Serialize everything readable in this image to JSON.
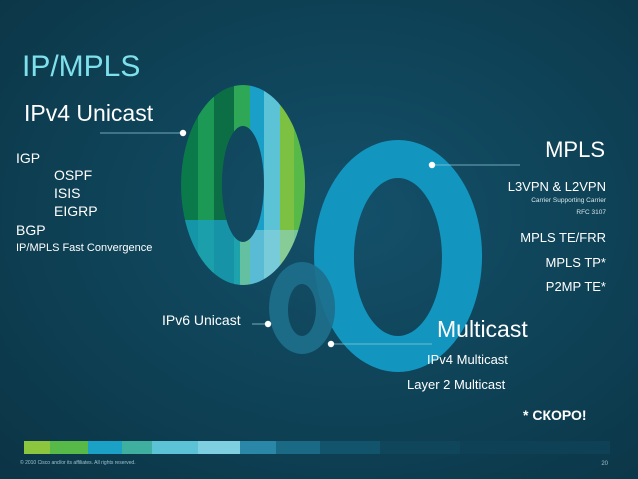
{
  "title": "IP/MPLS",
  "left": {
    "heading": "IPv4 Unicast",
    "igp": "IGP",
    "igp_items": [
      "OSPF",
      "ISIS",
      "EIGRP"
    ],
    "bgp": "BGP",
    "fast": "IP/MPLS Fast Convergence"
  },
  "ipv6": "IPv6 Unicast",
  "right": {
    "heading": "MPLS",
    "l3vpn": "L3VPN & L2VPN",
    "csc": "Carrier Supporting Carrier",
    "rfc": "RFC 3107",
    "te": "MPLS TE/FRR",
    "tp": "MPLS TP*",
    "p2mp": "P2MP TE*"
  },
  "multicast": {
    "heading": "Multicast",
    "items": [
      "IPv4 Multicast",
      "Layer 2 Multicast"
    ]
  },
  "soon": "* СКОРО!",
  "footer": "© 2010 Cisco and/or its affiliates. All rights reserved.",
  "page_number": "20",
  "colors": {
    "title": "#7ee0ec",
    "ring_mpls": "#1296c0",
    "ring_multicast": "#1e6f8c",
    "ring_unicast_stripes": [
      "#0a7a4a",
      "#1c9a55",
      "#2ea856",
      "#56b948",
      "#7cc142",
      "#1aa0c8",
      "#5cc3d6",
      "#8fd3df"
    ]
  }
}
